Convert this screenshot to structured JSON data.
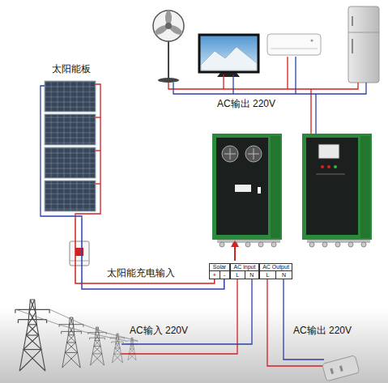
{
  "diagram": {
    "nodes": [
      {
        "text": [
          "太阳能板"
        ]
      },
      {
        "text": [
          "Solar",
          "+",
          "-"
        ]
      },
      {
        "text": [
          "AC input",
          "L",
          "N"
        ]
      },
      {
        "text": [
          "AC Output",
          "L",
          "N"
        ]
      }
    ],
    "edges": [
      {
        "from": 0,
        "to": 1,
        "label": "太阳能充电输入",
        "arrow": "none"
      }
    ],
    "labels": [
      "AC输出 220V",
      "AC输入 220V",
      "AC输出 220V"
    ]
  }
}
